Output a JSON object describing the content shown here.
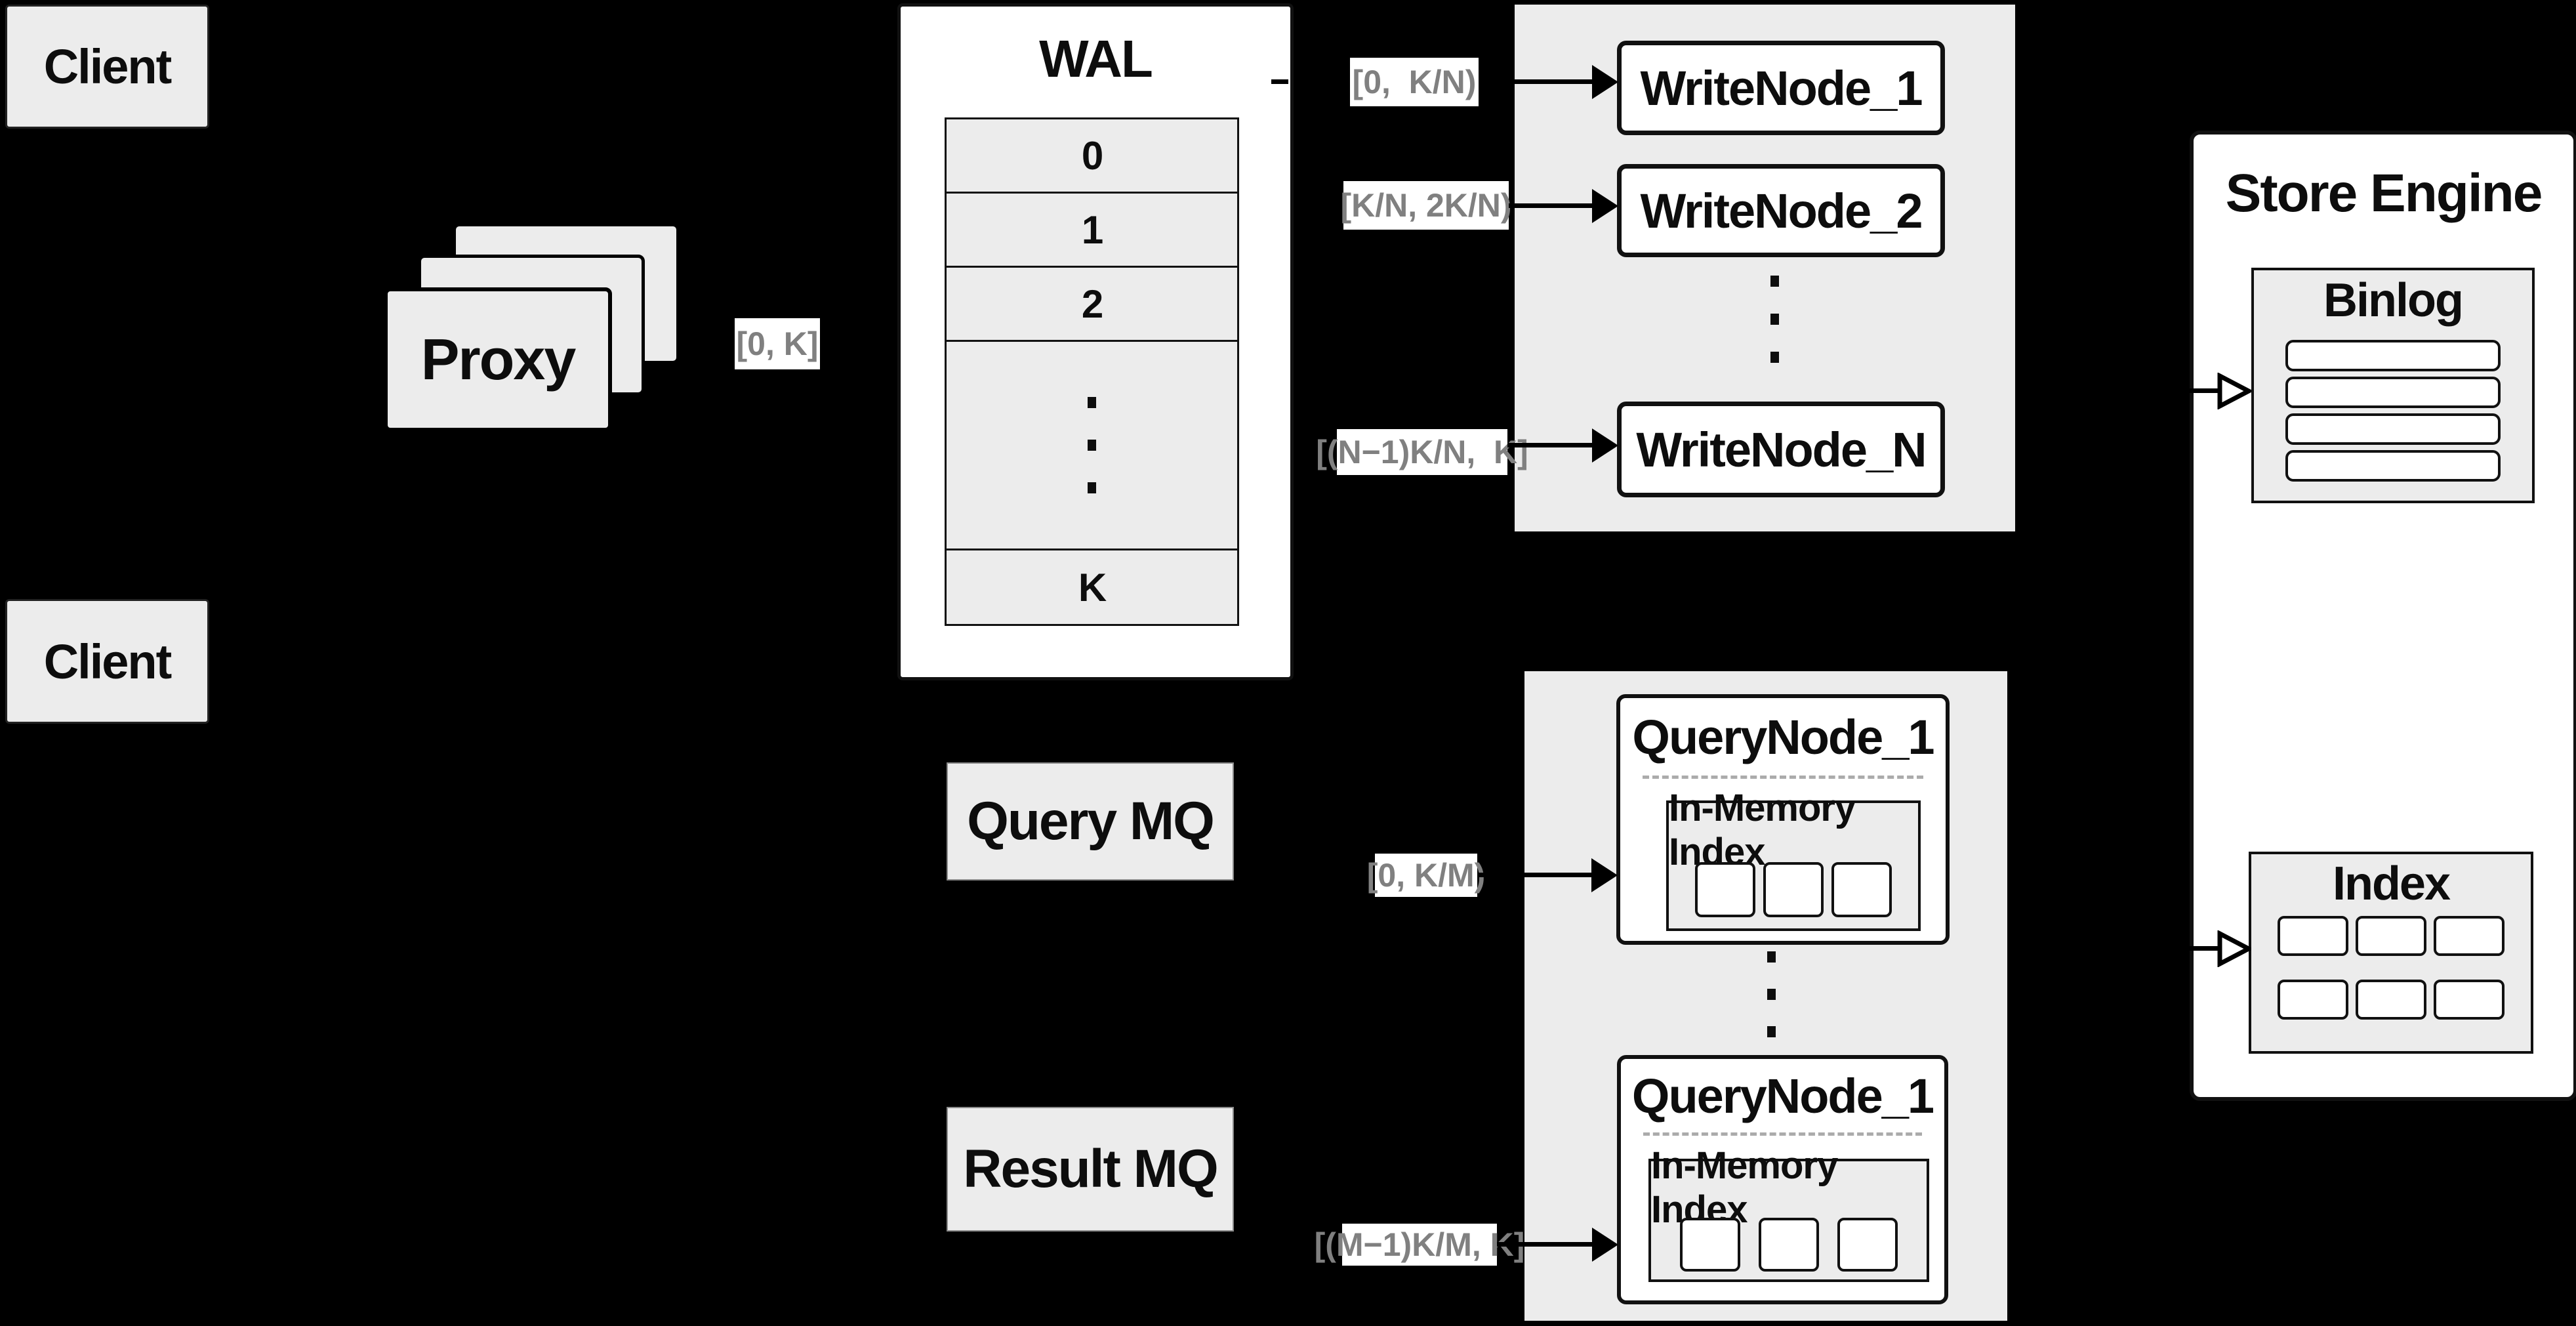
{
  "colors": {
    "background": "#000000",
    "panel_fill": "#ececec",
    "node_fill": "#ffffff",
    "line_color": "#000000",
    "label_text": "#808080"
  },
  "clients": {
    "top": "Client",
    "bottom": "Client"
  },
  "proxy": {
    "label": "Proxy"
  },
  "edge_labels": {
    "proxy_out": "[0, K]",
    "write_1": "[0,  K/N)",
    "write_2": "[K/N, 2K/N)",
    "write_n": "[(N−1)K/N,  K]",
    "query_1": "[0, K/M)",
    "query_m": "[(M−1)K/M, K]"
  },
  "wal": {
    "title": "WAL",
    "rows": [
      "0",
      "1",
      "2",
      "⋮",
      "K"
    ]
  },
  "write_cluster": {
    "node_1": "WriteNode_1",
    "node_2": "WriteNode_2",
    "node_n": "WriteNode_N",
    "ellipsis": "⋮"
  },
  "store_engine": {
    "title": "Store Engine",
    "binlog_title": "Binlog",
    "index_title": "Index"
  },
  "mq": {
    "query": "Query MQ",
    "result": "Result MQ"
  },
  "query_cluster": {
    "ellipsis": "⋮",
    "node_top": {
      "title": "QueryNode_1",
      "inner_title": "In-Memory Index"
    },
    "node_bottom": {
      "title": "QueryNode_1",
      "inner_title": "In-Memory Index"
    }
  }
}
